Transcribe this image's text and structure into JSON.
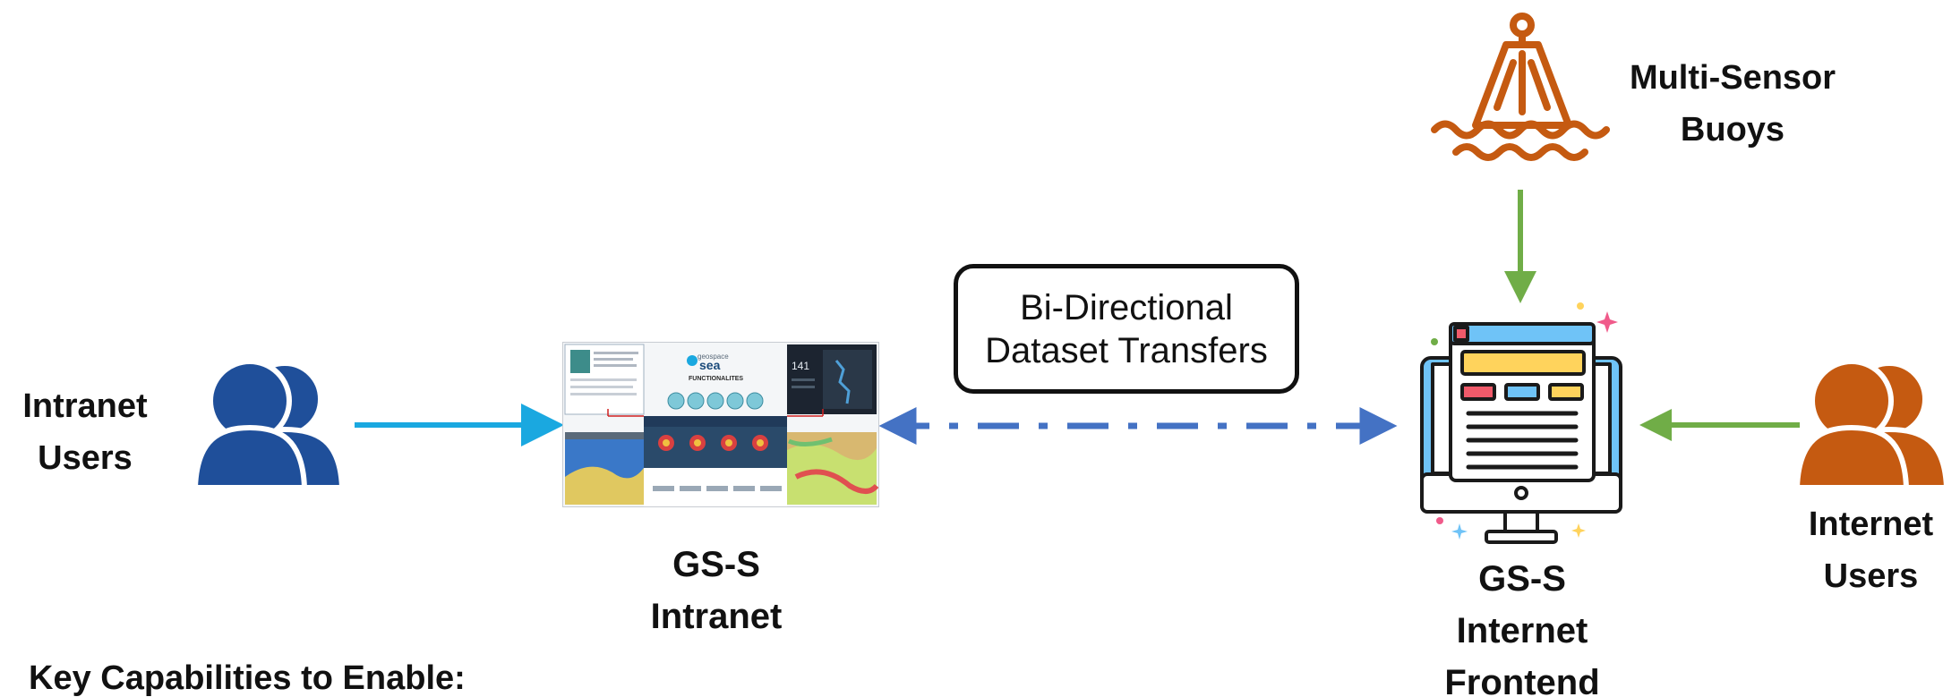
{
  "diagram": {
    "intranet_users": "Intranet\nUsers",
    "gss_intranet": "GS-S\nIntranet",
    "transfer": {
      "line1": "Bi-Directional",
      "line2": "Dataset Transfers"
    },
    "gss_internet": "GS-S\nInternet\nFrontend",
    "buoys": "Multi-Sensor\nBuoys",
    "internet_users": "Internet\nUsers",
    "key_capabilities": "Key Capabilities to Enable:",
    "screenshot": {
      "brand_top": "geospace",
      "brand_main": "sea",
      "subtitle": "FUNCTIONALITES",
      "counter": "141"
    }
  },
  "colors": {
    "intranet_users": "#1f4f9a",
    "internet_users": "#c55a11",
    "buoy": "#c55a11",
    "arrow_blue": "#1aa8e0",
    "arrow_dashed": "#4472c4",
    "arrow_green": "#70ad47",
    "monitor_body": "#6fc3f7"
  },
  "icons": [
    "users-icon",
    "buoy-icon",
    "monitor-web-icon",
    "app-screenshot"
  ]
}
